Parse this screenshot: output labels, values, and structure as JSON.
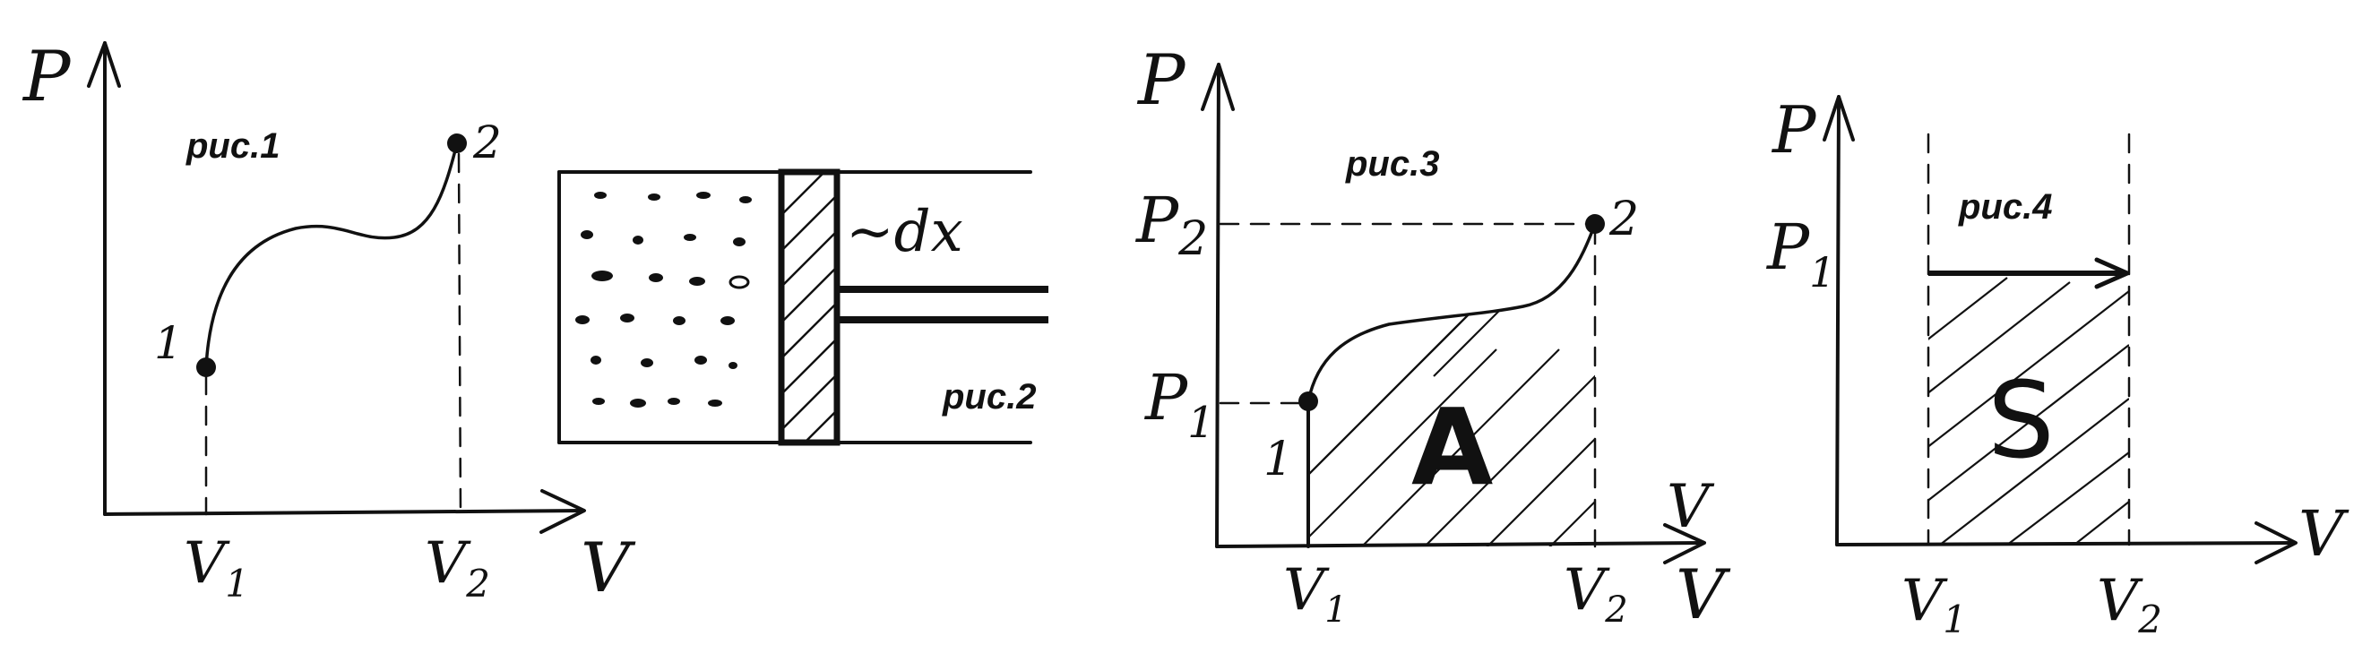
{
  "fig1": {
    "caption": "рис.1",
    "y_axis_label": "P",
    "x_axis_label": "V",
    "point_1_label": "1",
    "point_2_label": "2",
    "tick_v1_main": "V",
    "tick_v1_sub": "1",
    "tick_v2_main": "V",
    "tick_v2_sub": "2"
  },
  "fig2": {
    "caption": "рис.2",
    "displacement_label": "~dx"
  },
  "fig3": {
    "caption": "рис.3",
    "y_axis_label": "P",
    "x_axis_label": "V",
    "x_axis_label_outer": "V",
    "p2_main": "P",
    "p2_sub": "2",
    "p1_main": "P",
    "p1_sub": "1",
    "point_1_label": "1",
    "point_2_label": "2",
    "area_label": "A",
    "tick_v1_main": "V",
    "tick_v1_sub": "1",
    "tick_v2_main": "V",
    "tick_v2_sub": "2"
  },
  "fig4": {
    "caption": "рис.4",
    "y_axis_label": "P",
    "x_axis_label": "V",
    "p1_main": "P",
    "p1_sub": "1",
    "area_label": "S",
    "tick_v1_main": "V",
    "tick_v1_sub": "1",
    "tick_v2_main": "V",
    "tick_v2_sub": "2"
  }
}
